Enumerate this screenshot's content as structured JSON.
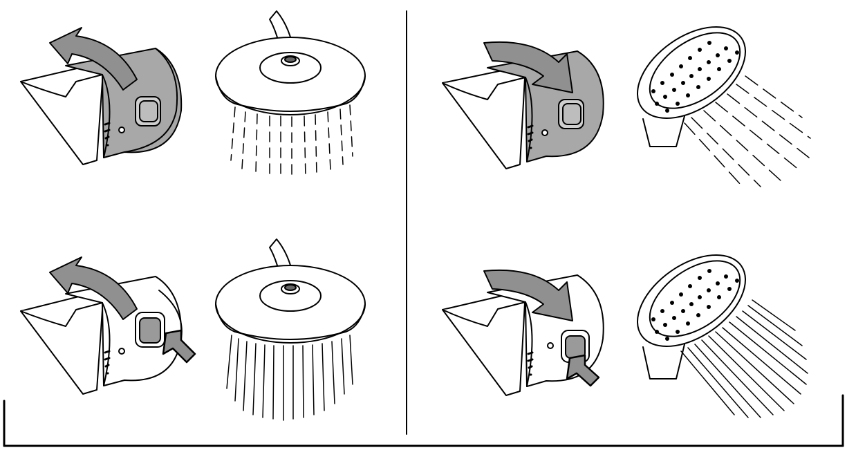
{
  "diagram": {
    "kind": "shower-mixer-operation-illustration",
    "colors": {
      "line": "#000000",
      "background": "#ffffff",
      "shaded_body": "#a8a8a8",
      "arrow_fill": "#909090",
      "button_fill": "#9a9a9a"
    },
    "panels": [
      {
        "id": "overhead-rain-normal",
        "device": "overhead-shower-head",
        "handle_state": "rotated-back",
        "button_pressed": false,
        "body_shaded": true
      },
      {
        "id": "hand-shower-normal",
        "device": "hand-shower-head",
        "handle_state": "rotated-forward",
        "button_pressed": false,
        "body_shaded": true
      },
      {
        "id": "overhead-rain-boost",
        "device": "overhead-shower-head",
        "handle_state": "rotated-back",
        "button_pressed": true,
        "body_shaded": false
      },
      {
        "id": "hand-shower-boost",
        "device": "hand-shower-head",
        "handle_state": "rotated-forward",
        "button_pressed": true,
        "body_shaded": false
      }
    ]
  }
}
